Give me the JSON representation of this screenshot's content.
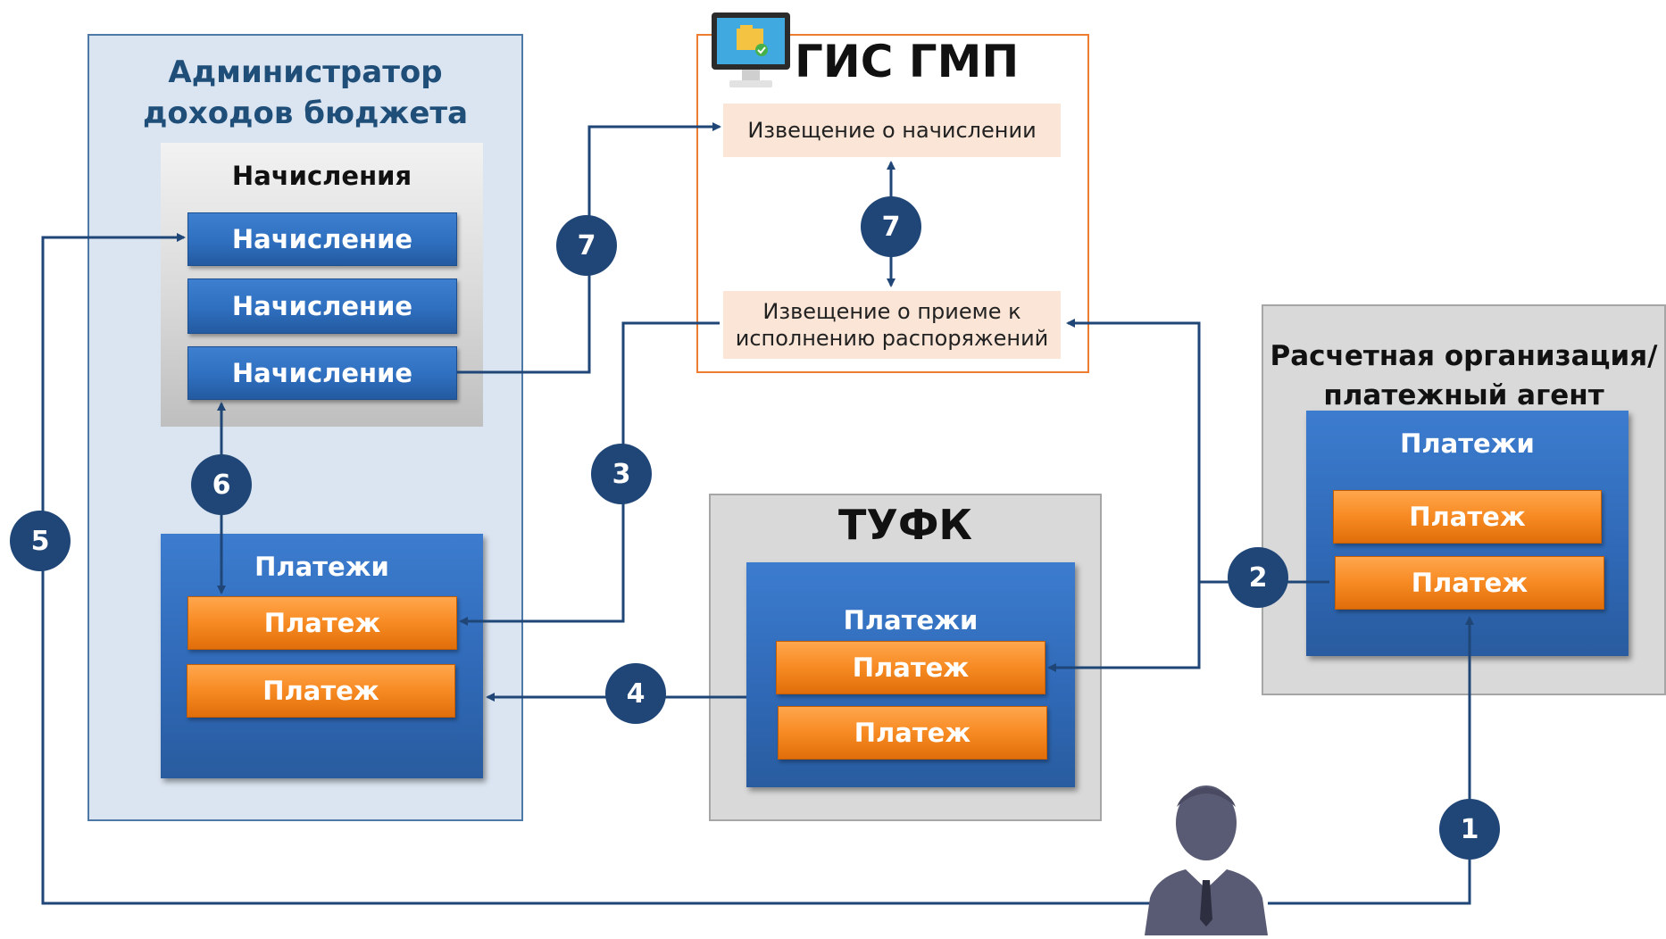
{
  "admin": {
    "title_line1": "Администратор",
    "title_line2": "доходов бюджета",
    "accruals_title": "Начисления",
    "accruals": [
      "Начисление",
      "Начисление",
      "Начисление"
    ],
    "payments_title": "Платежи",
    "payments": [
      "Платеж",
      "Платеж"
    ]
  },
  "gis": {
    "title": "ГИС ГМП",
    "notice_accrual": "Извещение о начислении",
    "notice_acceptance_line1": "Извещение о приеме к",
    "notice_acceptance_line2": "исполнению распоряжений"
  },
  "tufk": {
    "title": "ТУФК",
    "payments_title": "Платежи",
    "payments": [
      "Платеж",
      "Платеж"
    ]
  },
  "org": {
    "title_line1": "Расчетная организация/",
    "title_line2": "платежный агент",
    "payments_title": "Платежи",
    "payments": [
      "Платеж",
      "Платеж"
    ]
  },
  "steps": [
    "1",
    "2",
    "3",
    "4",
    "5",
    "6",
    "7",
    "7"
  ],
  "colors": {
    "admin_bg": "#dbe5f1",
    "blue_button": "#2f6fbf",
    "orange_item": "#f78a22",
    "step_circle": "#1f4677",
    "gis_border": "#ed7d31",
    "notice_bg": "#fbe5d6",
    "gray_panel": "#d9d9d9"
  },
  "icons": [
    "computer-monitor-icon",
    "person-icon"
  ]
}
